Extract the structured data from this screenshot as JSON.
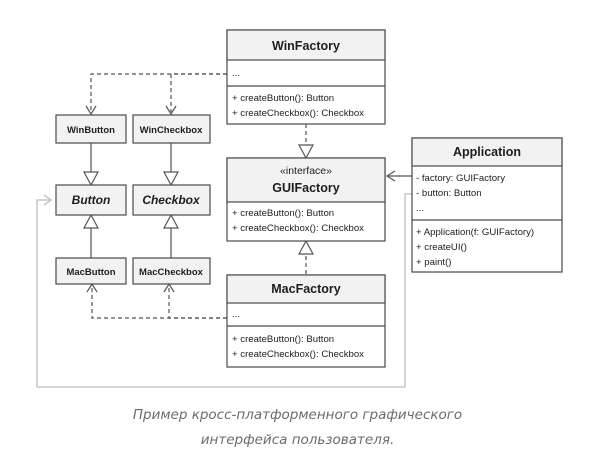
{
  "diagram": {
    "winfactory": {
      "name": "WinFactory",
      "fields": [
        "..."
      ],
      "methods": [
        "+ createButton(): Button",
        "+ createCheckbox(): Checkbox"
      ]
    },
    "guifactory": {
      "stereotype": "«interface»",
      "name": "GUIFactory",
      "methods": [
        "+ createButton(): Button",
        "+ createCheckbox(): Checkbox"
      ]
    },
    "macfactory": {
      "name": "MacFactory",
      "fields": [
        "..."
      ],
      "methods": [
        "+ createButton(): Button",
        "+ createCheckbox(): Checkbox"
      ]
    },
    "application": {
      "name": "Application",
      "fields": [
        "- factory: GUIFactory",
        "- button: Button",
        "..."
      ],
      "methods": [
        "+ Application(f: GUIFactory)",
        "+ createUI()",
        "+ paint()"
      ]
    },
    "win_button": "WinButton",
    "win_checkbox": "WinCheckbox",
    "button": "Button",
    "checkbox": "Checkbox",
    "mac_button": "MacButton",
    "mac_checkbox": "MacCheckbox"
  },
  "caption": {
    "line1": "Пример кросс-платформенного графического",
    "line2": "интерфейса пользователя."
  }
}
